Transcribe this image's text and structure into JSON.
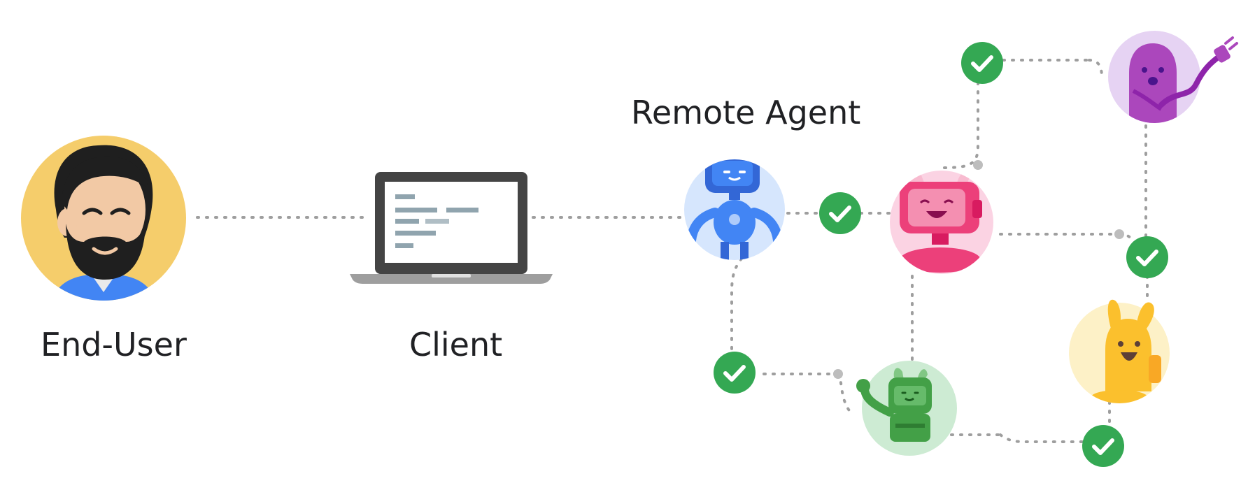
{
  "labels": {
    "end_user": "End-User",
    "client": "Client",
    "remote_agent": "Remote Agent"
  },
  "colors": {
    "connector_dots": "#9e9e9e",
    "check_green": "#34a853",
    "user_circle": "#f5cd6b",
    "agent_blue": "#4285f4",
    "agent_pink": "#f06292",
    "agent_purple": "#ab47bc",
    "agent_green": "#43a047",
    "agent_yellow": "#fbc02d",
    "laptop_frame": "#444444"
  },
  "icons": {
    "end_user": "bearded-person-avatar-icon",
    "client": "laptop-icon",
    "remote_agent": "blue-robot-icon",
    "agent_pink": "pink-robot-icon",
    "agent_purple": "purple-ghost-plug-icon",
    "agent_green": "green-robot-icon",
    "agent_yellow": "yellow-bunny-robot-icon",
    "check": "check-circle-icon"
  }
}
